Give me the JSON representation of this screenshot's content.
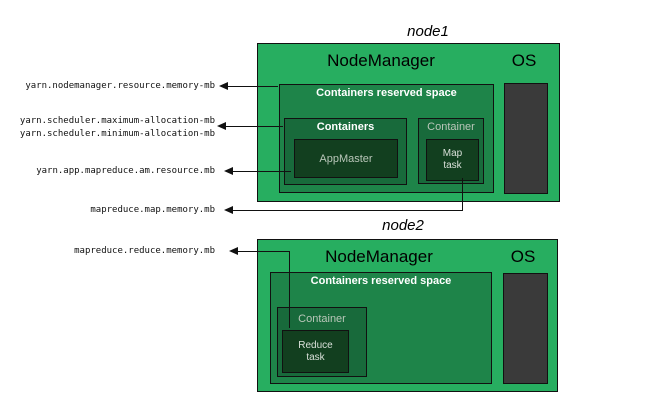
{
  "node1": {
    "title": "node1",
    "nodemanager": "NodeManager",
    "os": "OS",
    "reserved": "Containers reserved space",
    "containers": "Containers",
    "appmaster": "AppMaster",
    "container": "Container",
    "task_line1": "Map",
    "task_line2": "task"
  },
  "node2": {
    "title": "node2",
    "nodemanager": "NodeManager",
    "os": "OS",
    "reserved": "Containers reserved space",
    "container": "Container",
    "task_line1": "Reduce",
    "task_line2": "task"
  },
  "labels": {
    "nm_resource": "yarn.nodemanager.resource.memory-mb",
    "sched_max": "yarn.scheduler.maximum-allocation-mb",
    "sched_min": "yarn.scheduler.minimum-allocation-mb",
    "am_resource": "yarn.app.mapreduce.am.resource.mb",
    "map_memory": "mapreduce.map.memory.mb",
    "reduce_memory": "mapreduce.reduce.memory.mb"
  },
  "colors": {
    "node_bg": "#27ae60",
    "reserved_bg": "#1e8449",
    "container_bg": "#186a3b",
    "task_bg": "#123f1f",
    "os_bg": "#3a3a3a"
  }
}
